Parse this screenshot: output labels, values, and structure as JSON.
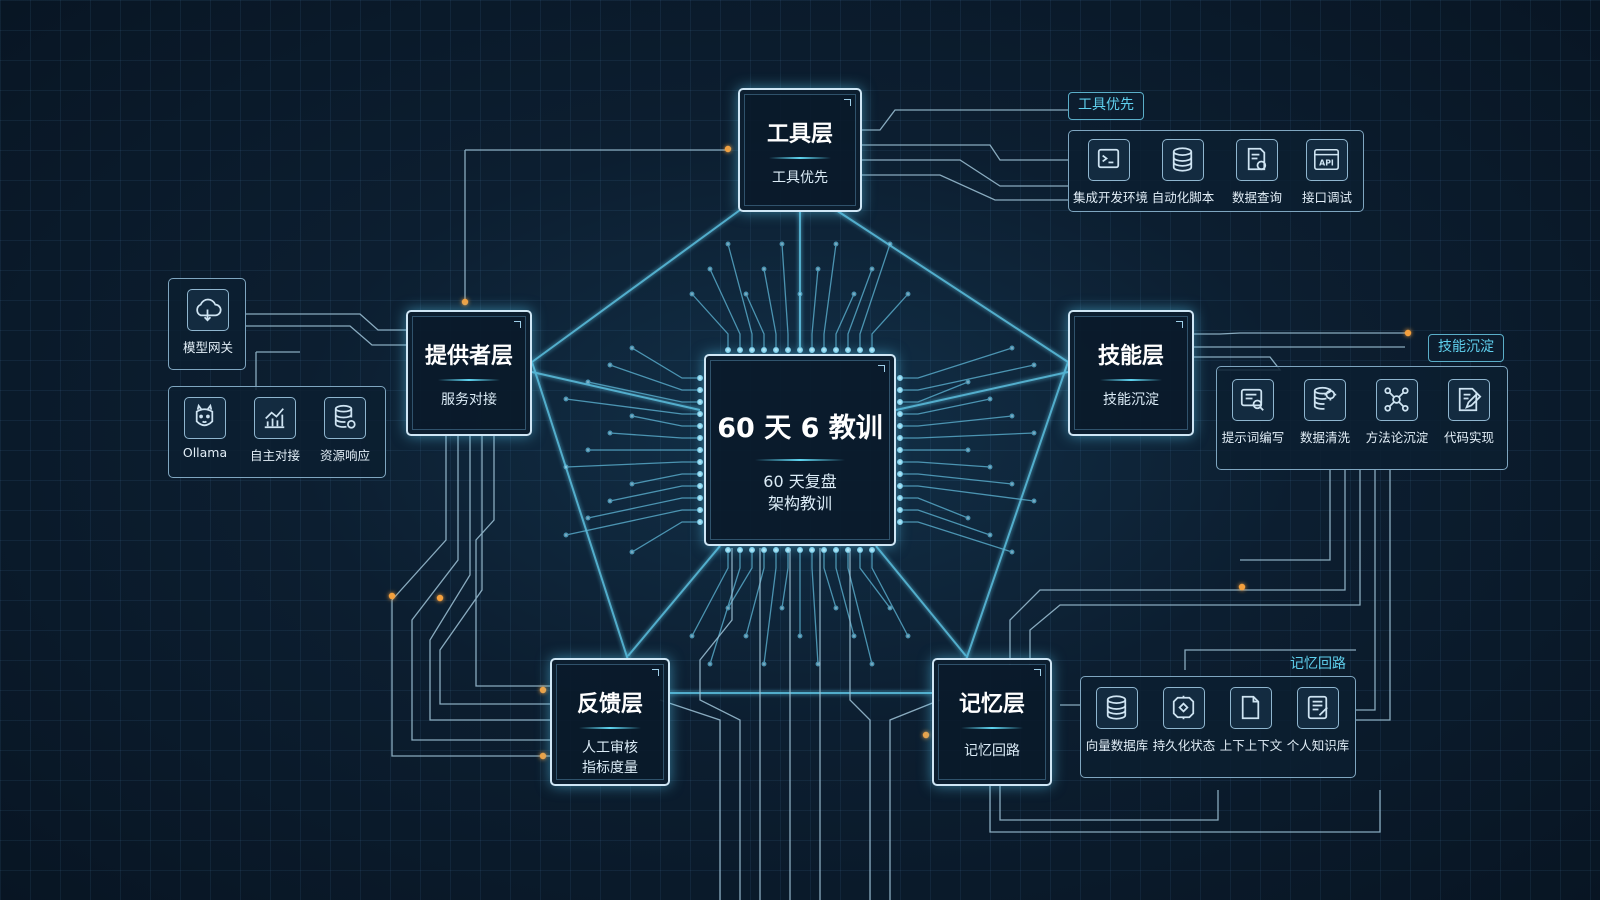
{
  "colors": {
    "wire": "#5fc6e6",
    "wire_dim": "#9fc4d8",
    "accent_dot": "#f5a03c",
    "tag_text": "#5fd0ee"
  },
  "center": {
    "title": "60 天 6 教训",
    "line1": "60 天复盘",
    "line2": "架构教训"
  },
  "layers": {
    "tools": {
      "title": "工具层",
      "sub1": "工具优先"
    },
    "provider": {
      "title": "提供者层",
      "sub1": "服务对接"
    },
    "skills": {
      "title": "技能层",
      "sub1": "技能沉淀"
    },
    "feedback": {
      "title": "反馈层",
      "sub1": "人工审核",
      "sub2": "指标度量"
    },
    "memory": {
      "title": "记忆层",
      "sub1": "记忆回路"
    }
  },
  "tags": {
    "tools": "工具优先",
    "skills": "技能沉淀",
    "memory": "记忆回路"
  },
  "tools_panel": [
    {
      "icon": "terminal-icon",
      "label": "集成开发环境"
    },
    {
      "icon": "database-icon",
      "label": "自动化脚本"
    },
    {
      "icon": "doc-gear-icon",
      "label": "数据查询"
    },
    {
      "icon": "api-window-icon",
      "label": "接口调试"
    }
  ],
  "provider_gateway": {
    "icon": "cloud-icon",
    "label": "模型网关"
  },
  "provider_panel": [
    {
      "icon": "llama-icon",
      "label": "Ollama"
    },
    {
      "icon": "chart-icon",
      "label": "自主对接"
    },
    {
      "icon": "db-gear-icon",
      "label": "资源响应"
    }
  ],
  "skills_panel": [
    {
      "icon": "doc-search-icon",
      "label": "提示词编写"
    },
    {
      "icon": "db-gear-icon",
      "label": "数据清洗"
    },
    {
      "icon": "network-icon",
      "label": "方法论沉淀"
    },
    {
      "icon": "doc-edit-icon",
      "label": "代码实现"
    }
  ],
  "memory_panel": [
    {
      "icon": "database-icon",
      "label": "向量数据库"
    },
    {
      "icon": "chip-icon",
      "label": "持久化状态"
    },
    {
      "icon": "document-icon",
      "label": "上下上下文"
    },
    {
      "icon": "notebook-icon",
      "label": "个人知识库"
    }
  ]
}
